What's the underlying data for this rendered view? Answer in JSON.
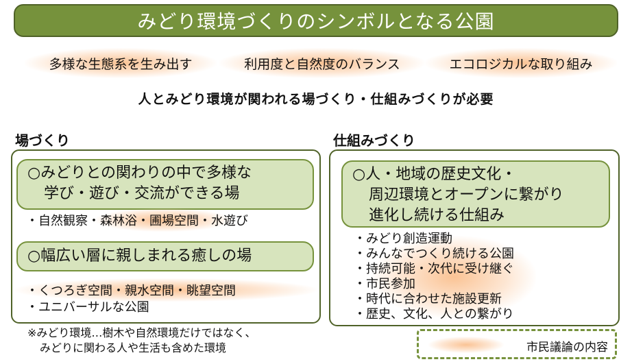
{
  "title": "みどり環境づくりのシンボルとなる公園",
  "keywords": [
    "多様な生態系を生み出す",
    "利用度と自然度のバランス",
    "エコロジカルな取り組み"
  ],
  "center_statement": "人とみどり環境が関われる場づくり・仕組みづくりが必要",
  "left": {
    "heading": "場づくり",
    "box1_lines": [
      "○みどりとの関わりの中で多様な",
      "学び・遊び・交流ができる場"
    ],
    "list1": "・自然観察・森林浴・圃場空間・水遊び",
    "box2": "○幅広い層に親しまれる癒しの場",
    "list2": [
      "・くつろぎ空間・親水空間・眺望空間",
      "・ユニバーサルな公園"
    ]
  },
  "right": {
    "heading": "仕組みづくり",
    "box_lines": [
      "○人・地域の歴史文化・",
      "周辺環境とオープンに繋がり",
      "進化し続ける仕組み"
    ],
    "list": [
      "・みどり創造運動",
      "・みんなでつくり続ける公園",
      "・持続可能・次代に受け継ぐ",
      "・市民参加",
      "・時代に合わせた施設更新",
      "・歴史、文化、人との繋がり"
    ]
  },
  "note_lines": [
    "※みどり環境…樹木や自然環境だけではなく、",
    "みどりに関わる人や生活も含めた環境"
  ],
  "legend_label": "市民議論の内容",
  "colors": {
    "title_fill": "#76923c",
    "box_fill": "#d7e4bd",
    "border_green": "#4f6228",
    "highlight_orange": "#fac08f"
  }
}
